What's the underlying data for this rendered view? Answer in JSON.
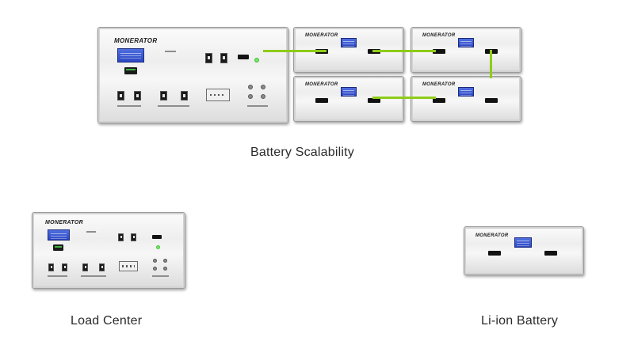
{
  "captions": {
    "scalability": "Battery Scalability",
    "load_center": "Load Center",
    "li_ion": "Li-ion Battery"
  },
  "brand": "MONERATOR",
  "colors": {
    "cable": "#8fcc1a",
    "display": "#3a57d6",
    "power_led": "#3cc232"
  }
}
